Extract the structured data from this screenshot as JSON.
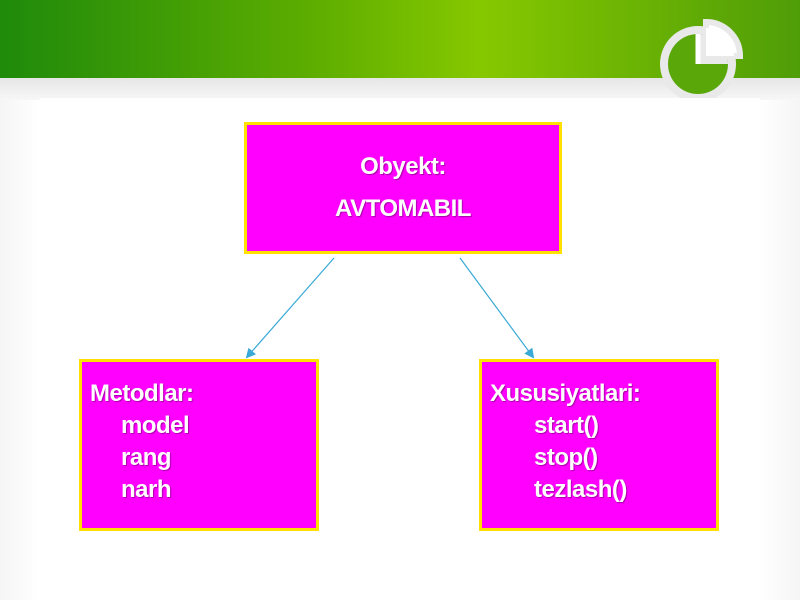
{
  "diagram": {
    "root": {
      "line1": "Obyekt:",
      "line2": "AVTOMABIL"
    },
    "left_box": {
      "heading": "Metodlar:",
      "items": [
        "model",
        "rang",
        "narh"
      ]
    },
    "right_box": {
      "heading": "Xususiyatlari:",
      "items": [
        "start()",
        "stop()",
        "tezlash()"
      ]
    }
  },
  "colors": {
    "box_fill": "#ff00ff",
    "box_border": "#ffe000",
    "arrow": "#3aa9d6",
    "banner_green": "#6fbb00"
  },
  "icons": {
    "logo": "pie-chart-icon"
  }
}
